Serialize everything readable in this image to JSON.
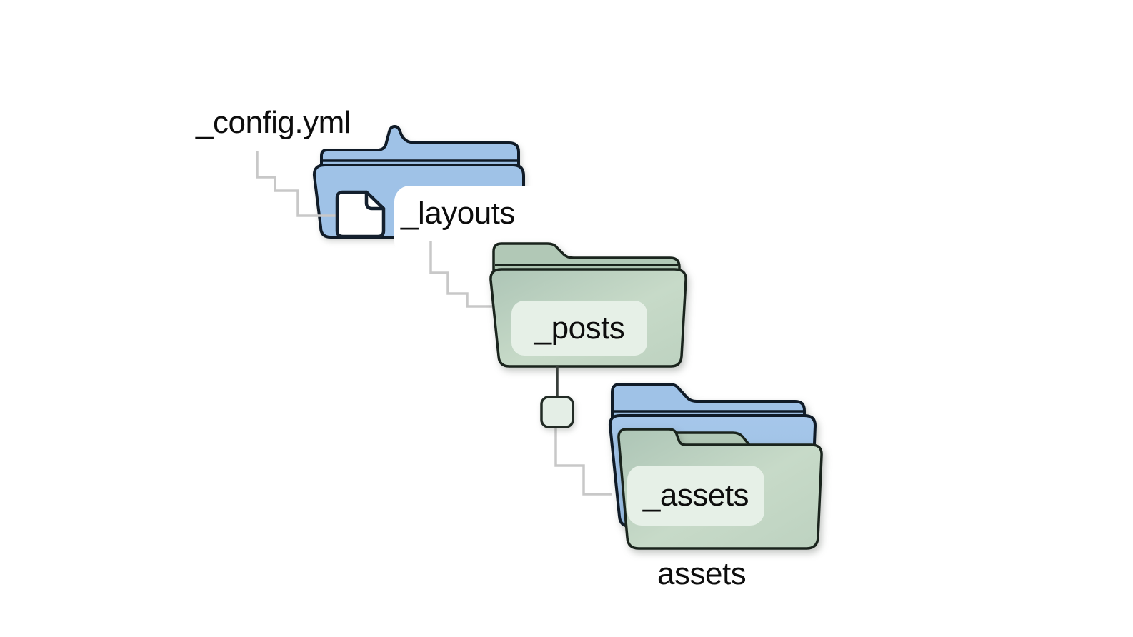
{
  "diagram": {
    "type": "folder-structure-tree",
    "labels": {
      "config": "_config.yml",
      "layouts": "_layouts",
      "posts": "_posts",
      "assets_hidden": "_assets",
      "assets": "assets"
    },
    "nodes": [
      {
        "label": "_config.yml",
        "kind": "file"
      },
      {
        "label": "_layouts",
        "kind": "folder",
        "color": "blue"
      },
      {
        "label": "_posts",
        "kind": "folder",
        "color": "green"
      },
      {
        "label": "_assets",
        "kind": "folder",
        "color": "green"
      },
      {
        "label": "assets",
        "kind": "folder",
        "color": "blue"
      }
    ],
    "connections": [
      [
        "_config.yml",
        "_layouts"
      ],
      [
        "_layouts",
        "_posts"
      ],
      [
        "_posts",
        "assets"
      ]
    ],
    "colors": {
      "background": "#ffffff",
      "blue_folder": "#9fc2e7",
      "blue_outline": "#101b27",
      "green_folder_flap": "#b1c8b6",
      "green_outline": "#1a241d",
      "label_plate": "#e6f0e7",
      "square_fill": "#e4eee6",
      "square_outline": "#222b25",
      "connector_gray": "#c8c8c8",
      "connector_dark": "#383e3a",
      "doc_icon_fill": "#ffffff",
      "doc_icon_outline": "#14202e",
      "text": "#0d0d0d"
    }
  }
}
